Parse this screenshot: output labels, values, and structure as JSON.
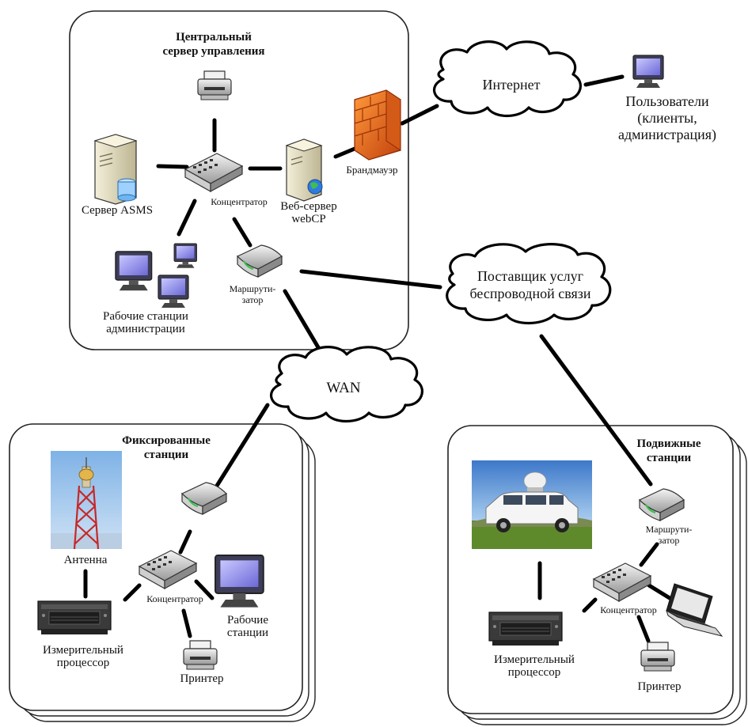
{
  "panels": {
    "central": {
      "title_1": "Центральный",
      "title_2": "сервер управления"
    },
    "fixed": {
      "title_1": "Фиксированные",
      "title_2": "станции"
    },
    "mobile": {
      "title_1": "Подвижные",
      "title_2": "станции"
    }
  },
  "clouds": {
    "internet": "Интернет",
    "provider_1": "Поставщик услуг",
    "provider_2": "беспроводной связи",
    "wan": "WAN"
  },
  "central": {
    "server_asms": "Сервер ASMS",
    "hub": "Концентратор",
    "web_server_1": "Веб-сервер",
    "web_server_2": "webCP",
    "firewall": "Брандмауэр",
    "router_1": "Маршрути-",
    "router_2": "затор",
    "workstations_1": "Рабочие станции",
    "workstations_2": "администрации"
  },
  "users": {
    "line_1": "Пользователи",
    "line_2": "(клиенты,",
    "line_3": "администрация)"
  },
  "fixed": {
    "antenna": "Антенна",
    "hub": "Концентратор",
    "workstations_1": "Рабочие",
    "workstations_2": "станции",
    "processor_1": "Измерительный",
    "processor_2": "процессор",
    "printer": "Принтер"
  },
  "mobile": {
    "router_1": "Маршрути-",
    "router_2": "затор",
    "hub": "Концентратор",
    "processor_1": "Измерительный",
    "processor_2": "процессор",
    "printer": "Принтер"
  },
  "icons": [
    "printer-icon",
    "server-icon",
    "hub-icon",
    "web-server-icon",
    "firewall-icon",
    "router-icon",
    "workstation-icon",
    "laptop-icon",
    "antenna-icon",
    "vehicle-photo",
    "measurement-processor-icon",
    "user-computer-icon",
    "cloud-icon"
  ]
}
